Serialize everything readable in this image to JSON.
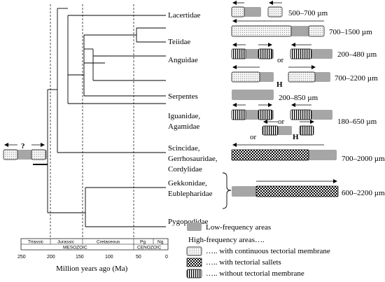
{
  "taxa": [
    "Lacertidae",
    "Teiidae",
    "Anguidae",
    "Serpentes",
    "Iguanidae,",
    "Agamidae",
    "Scincidae,",
    "Gerrhosauridae,",
    "Cordylidae",
    "Gekkonidae,",
    "Eublepharidae",
    "Pygopodidae"
  ],
  "size_ranges": [
    "500–700 µm",
    "700–1500 µm",
    "200–480 µm",
    "700–2200 µm",
    "200–850 µm",
    "180–650 µm",
    "700–2000 µm",
    "600–2200 µm"
  ],
  "connectors": {
    "or": "or",
    "h": "H",
    "question": "?"
  },
  "legend": {
    "low": "Low-frequency areas",
    "high_title": "High-frequency areas….",
    "continuous": "….. with continuous tectorial membrane",
    "sallets": "….. with tectorial sallets",
    "without": "….. without tectorial membrane"
  },
  "timescale": {
    "periods": [
      "Triassic",
      "Jurassic",
      "Cretaceous",
      "Pg",
      "Ng"
    ],
    "eras": [
      "MESOZOIC",
      "CENOZOIC"
    ],
    "ticks": [
      "250",
      "200",
      "150",
      "100",
      "50",
      "0"
    ],
    "axis_label": "Million years ago (Ma)"
  },
  "colors": {
    "gray": "#a6a6a6",
    "dot": "#bdbdbd"
  },
  "icons": [
    "arrow-left-icon",
    "arrow-right-icon",
    "h-icon",
    "brace-icon"
  ]
}
